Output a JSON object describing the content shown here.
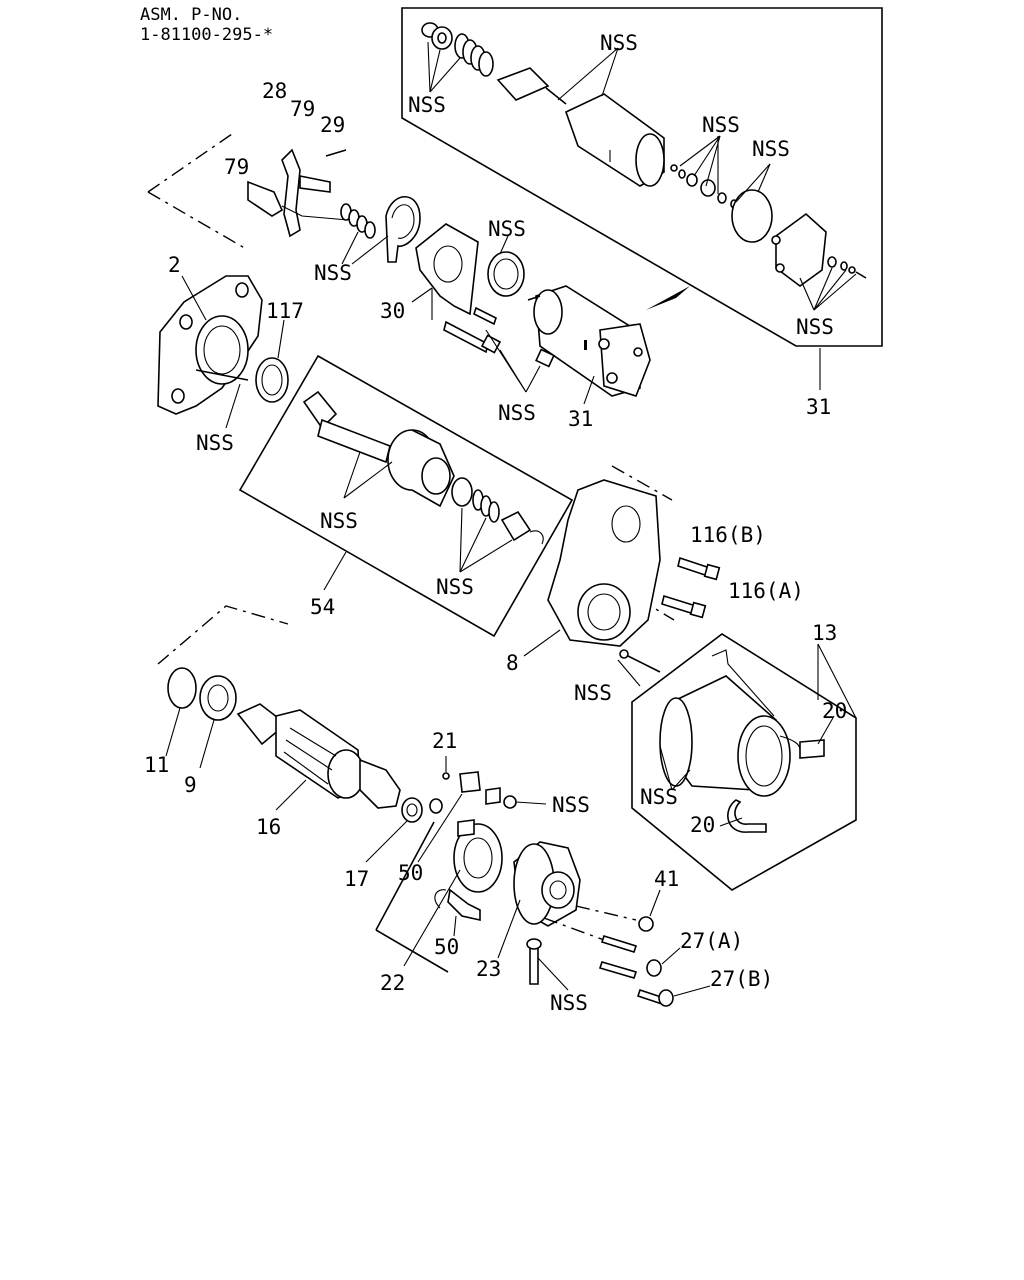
{
  "header": {
    "asm_line": "ASM. P-NO.",
    "part_no": "1-81100-295-*"
  },
  "labels": {
    "nss": "NSS",
    "n2": "2",
    "n8": "8",
    "n9": "9",
    "n11": "11",
    "n13": "13",
    "n16": "16",
    "n17": "17",
    "n20": "20",
    "n21": "21",
    "n22": "22",
    "n23": "23",
    "n27a": "27(A)",
    "n27b": "27(B)",
    "n28": "28",
    "n29": "29",
    "n30": "30",
    "n31": "31",
    "n41": "41",
    "n50": "50",
    "n54": "54",
    "n79": "79",
    "n116a": "116(A)",
    "n116b": "116(B)",
    "n117": "117"
  }
}
